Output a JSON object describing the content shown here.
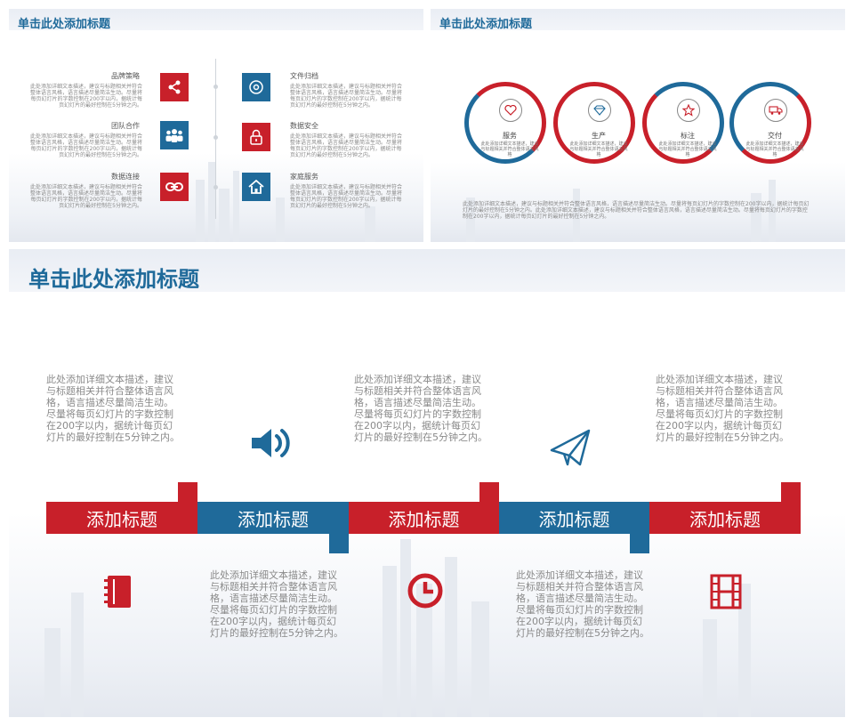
{
  "slide1": {
    "title": "单击此处添加标题",
    "items_left": [
      {
        "label": "品牌策略",
        "text": "此处添加详细文本描述，建议与标题相关并符合整体语言风格，语言描述尽量简洁生动。尽量将每页幻灯片的字数控制在200字以内，据统计每页幻灯片的最好控制在5分钟之内。"
      },
      {
        "label": "团队合作",
        "text": "此处添加详细文本描述，建议与标题相关并符合整体语言风格，语言描述尽量简洁生动。尽量将每页幻灯片的字数控制在200字以内，据统计每页幻灯片的最好控制在5分钟之内。"
      },
      {
        "label": "数据连接",
        "text": "此处添加详细文本描述，建议与标题相关并符合整体语言风格，语言描述尽量简洁生动。尽量将每页幻灯片的字数控制在200字以内，据统计每页幻灯片的最好控制在5分钟之内。"
      }
    ],
    "items_right": [
      {
        "label": "文件归档",
        "text": "此处添加详细文本描述，建议与标题相关并符合整体语言风格，语言描述尽量简洁生动。尽量将每页幻灯片的字数控制在200字以内，据统计每页幻灯片的最好控制在5分钟之内。"
      },
      {
        "label": "数据安全",
        "text": "此处添加详细文本描述，建议与标题相关并符合整体语言风格，语言描述尽量简洁生动。尽量将每页幻灯片的字数控制在200字以内，据统计每页幻灯片的最好控制在5分钟之内。"
      },
      {
        "label": "家庭服务",
        "text": "此处添加详细文本描述，建议与标题相关并符合整体语言风格，语言描述尽量简洁生动。尽量将每页幻灯片的字数控制在200字以内，据统计每页幻灯片的最好控制在5分钟之内。"
      }
    ]
  },
  "slide2": {
    "title": "单击此处添加标题",
    "circles": [
      {
        "label": "服务",
        "text": "此处添加详细文本描述，建议与标题相关并符合整体语言风格",
        "icon": "heart-icon"
      },
      {
        "label": "生产",
        "text": "此处添加详细文本描述，建议与标题相关并符合整体语言风格",
        "icon": "diamond-icon"
      },
      {
        "label": "标注",
        "text": "此处添加详细文本描述，建议与标题相关并符合整体语言风格",
        "icon": "star-icon"
      },
      {
        "label": "交付",
        "text": "此处添加详细文本描述，建议与标题相关并符合整体语言风格",
        "icon": "truck-icon"
      }
    ],
    "footer_text": "此处添加详细文本描述，建议与标题相关并符合整体语言风格，语言描述尽量简洁生动。尽量将每页幻灯片的字数控制在200字以内，据统计每页幻灯片的最好控制在5分钟之内。此处添加详细文本描述，建议与标题相关并符合整体语言风格，语言描述尽量简洁生动。尽量将每页幻灯片的字数控制在200字以内，据统计每页幻灯片的最好控制在5分钟之内。"
  },
  "slide3": {
    "title": "单击此处添加标题",
    "segments": [
      "添加标题",
      "添加标题",
      "添加标题",
      "添加标题",
      "添加标题"
    ],
    "para_text": "此处添加详细文本描述，建议与标题相关并符合整体语言风格，语言描述尽量简洁生动。尽量将每页幻灯片的字数控制在200字以内，据统计每页幻灯片的最好控制在5分钟之内。",
    "icons": [
      "notebook-icon",
      "speaker-icon",
      "clock-icon",
      "paper-plane-icon",
      "film-icon"
    ]
  },
  "colors": {
    "red": "#c8202a",
    "blue": "#1f6a9a"
  }
}
